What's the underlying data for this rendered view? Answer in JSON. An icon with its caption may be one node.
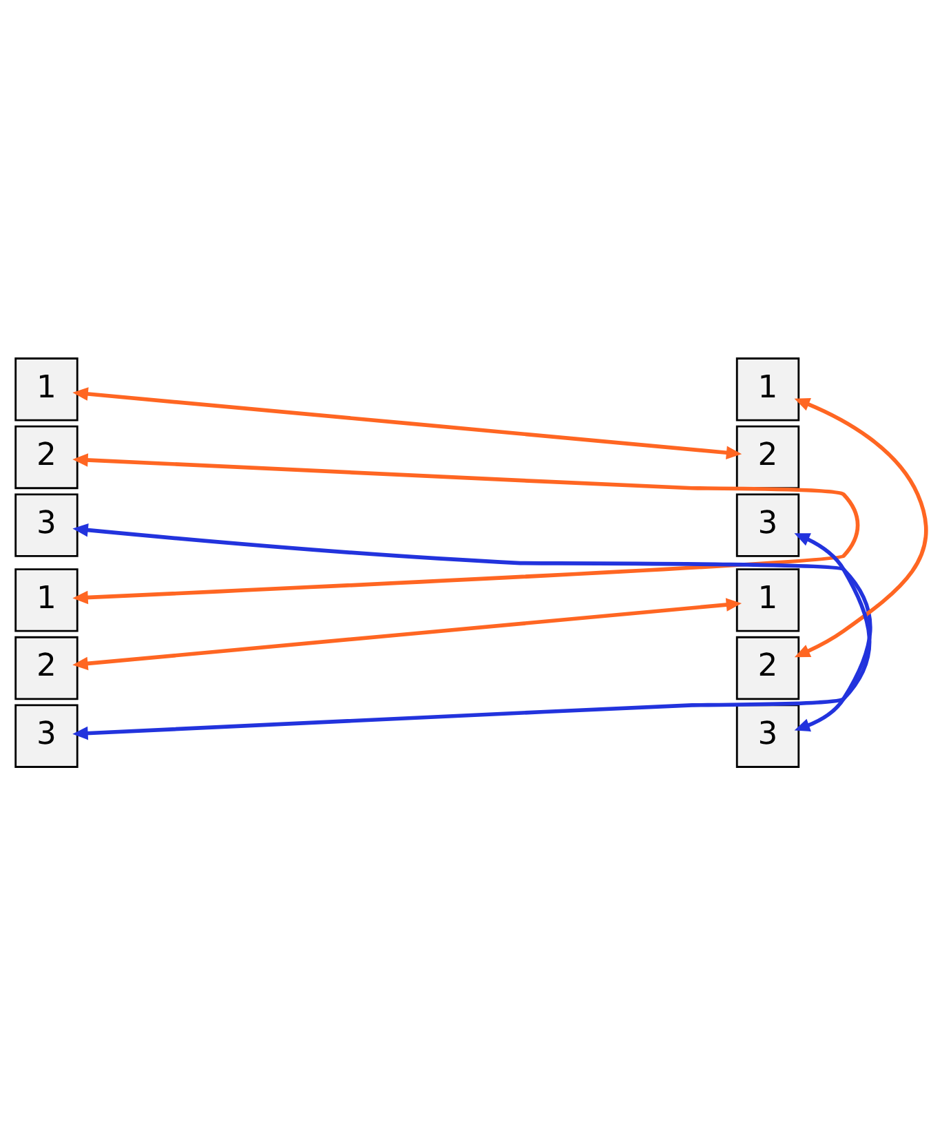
{
  "diagram": {
    "nodes": [
      {
        "text": [
          "1"
        ]
      },
      {
        "text": [
          "2"
        ]
      },
      {
        "text": [
          "3"
        ]
      },
      {
        "text": [
          "1"
        ]
      },
      {
        "text": [
          "2"
        ]
      },
      {
        "text": [
          "3"
        ]
      },
      {
        "text": [
          "1"
        ]
      },
      {
        "text": [
          "2"
        ]
      },
      {
        "text": [
          "3"
        ]
      },
      {
        "text": [
          "1"
        ]
      },
      {
        "text": [
          "2"
        ]
      },
      {
        "text": [
          "3"
        ]
      }
    ],
    "edges": [
      {
        "from": 0,
        "to": 4,
        "arrow": "both"
      },
      {
        "from": 1,
        "to": 6,
        "arrow": "both"
      },
      {
        "from": 3,
        "to": 10,
        "arrow": "both"
      },
      {
        "from": 9,
        "to": 7,
        "arrow": "both"
      },
      {
        "from": 2,
        "to": 11,
        "arrow": "both",
        "color": "#2233dd"
      },
      {
        "from": 5,
        "to": 8,
        "arrow": "both",
        "color": "#2233dd"
      }
    ]
  }
}
